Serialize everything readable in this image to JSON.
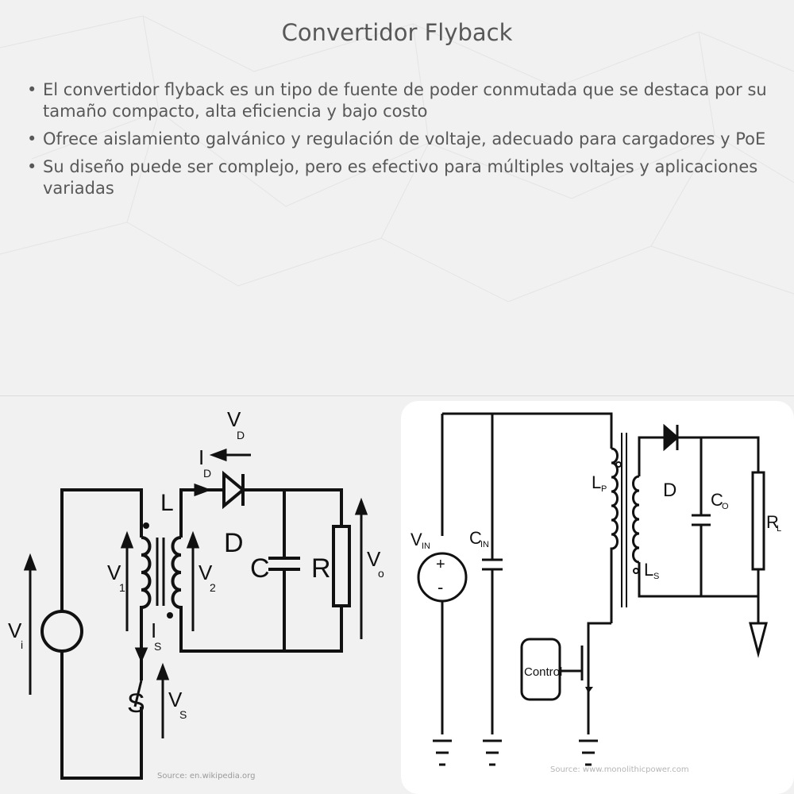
{
  "title": "Convertidor Flyback",
  "bullets": [
    "El convertidor flyback es un tipo de fuente de poder conmutada que se destaca por su tamaño compacto, alta eficiencia y bajo costo",
    "Ofrece aislamiento galvánico y regulación de voltaje, adecuado para cargadores y PoE",
    "Su diseño puede ser complejo, pero es efectivo para múltiples voltajes y aplicaciones variadas"
  ],
  "left_diagram": {
    "labels": {
      "vi": "V",
      "vi_sub": "i",
      "v1": "V",
      "v1_sub": "1",
      "v2": "V",
      "v2_sub": "2",
      "L": "L",
      "id": "I",
      "id_sub": "D",
      "vd": "V",
      "vd_sub": "D",
      "D": "D",
      "C": "C",
      "R": "R",
      "vo": "V",
      "vo_sub": "o",
      "is": "I",
      "is_sub": "S",
      "S": "S",
      "vs": "V",
      "vs_sub": "S"
    },
    "source": "Source: en.wikipedia.org"
  },
  "right_diagram": {
    "labels": {
      "vin": "V",
      "vin_sub": "IN",
      "cin": "C",
      "cin_sub": "IN",
      "lp": "L",
      "lp_sub": "P",
      "ls": "L",
      "ls_sub": "S",
      "D": "D",
      "co": "C",
      "co_sub": "O",
      "rl": "R",
      "rl_sub": "L",
      "control": "Control",
      "plus": "+",
      "minus": "-"
    },
    "source": "Source: www.monolithicpower.com"
  }
}
